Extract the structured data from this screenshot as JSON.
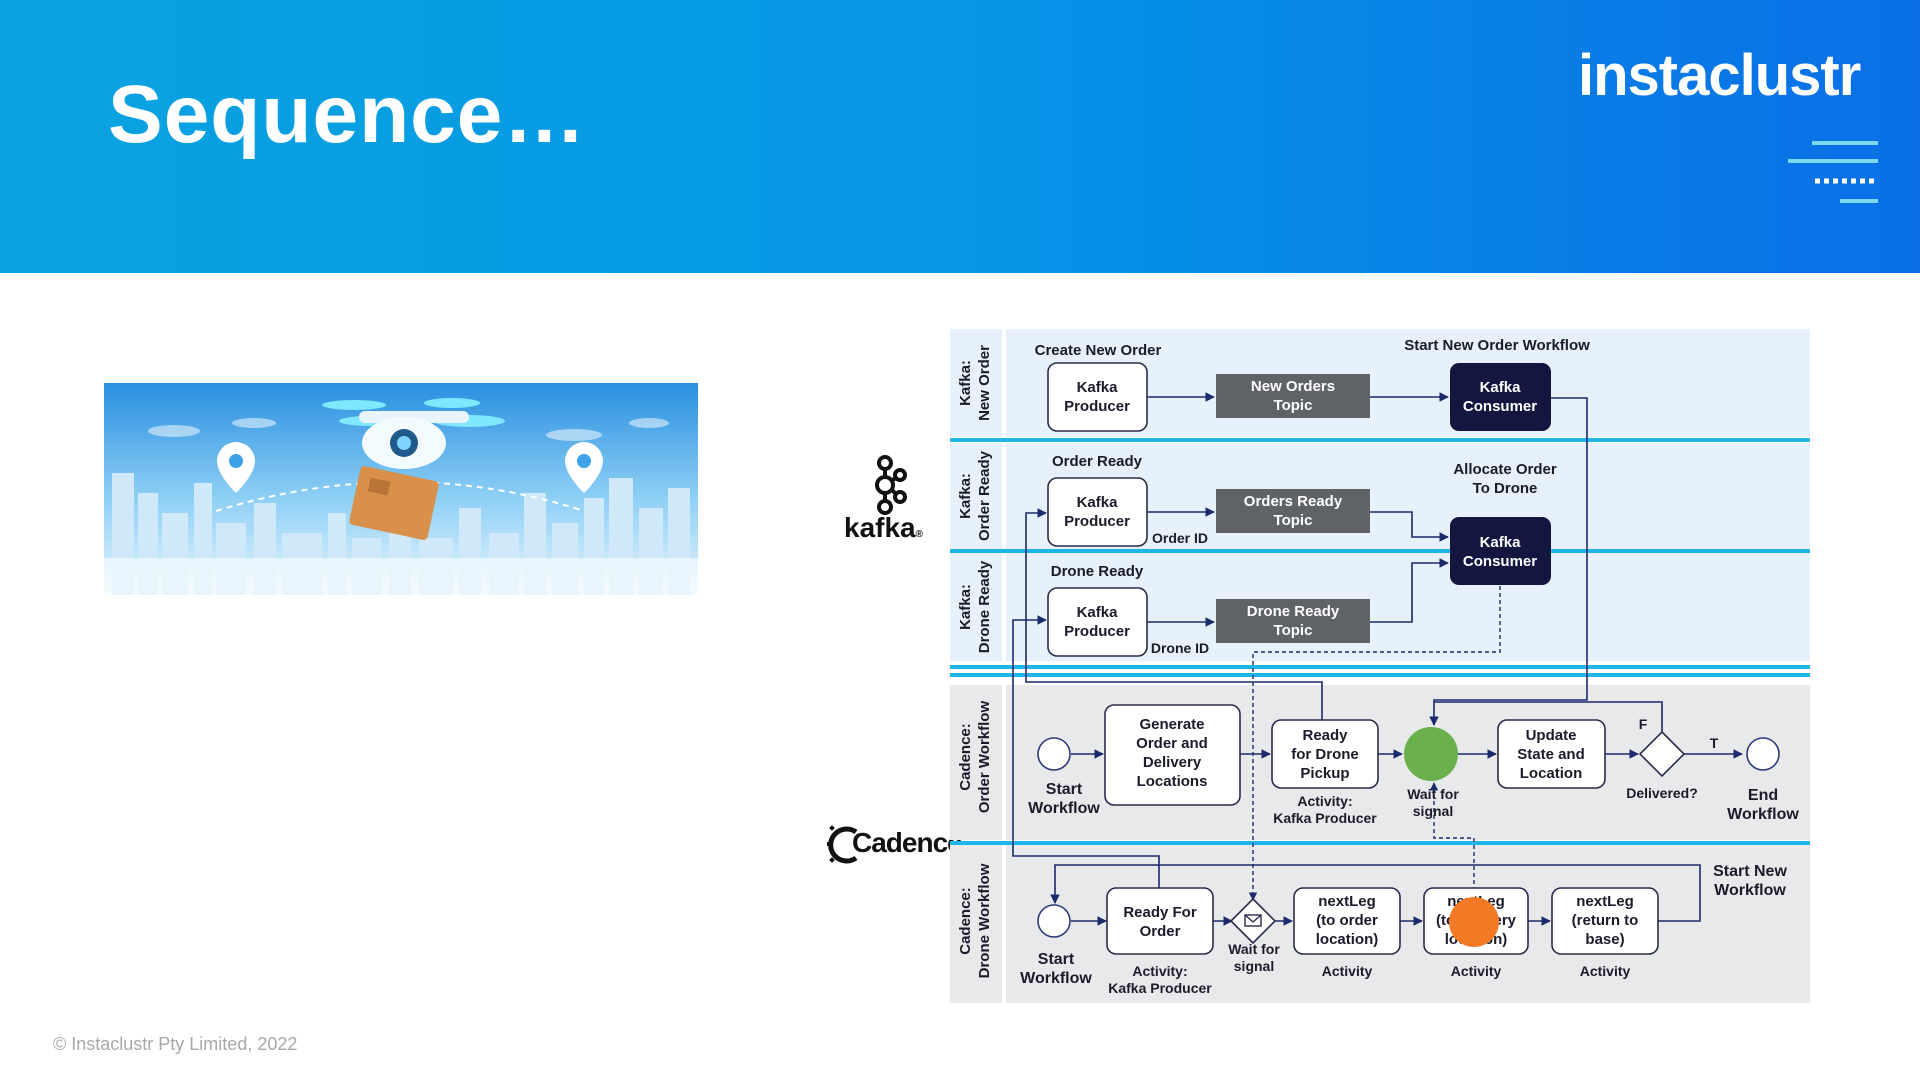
{
  "slide": {
    "title": "Sequence…",
    "logo": "instaclustr",
    "footer": "© Instaclustr Pty Limited, 2022"
  },
  "logos": {
    "kafka": "kafka",
    "kafka_mark": "®",
    "cadence": "Cadence"
  },
  "illustration": {
    "subject": "drone-delivery-city"
  },
  "diagram": {
    "lanes": [
      {
        "line1": "Kafka:",
        "line2": "New Order"
      },
      {
        "line1": "Kafka:",
        "line2": "Order Ready"
      },
      {
        "line1": "Kafka:",
        "line2": "Drone Ready"
      },
      {
        "line1": "Cadence:",
        "line2": "Order Workflow"
      },
      {
        "line1": "Cadence:",
        "line2": "Drone Workflow"
      }
    ],
    "headings": {
      "create_new_order": "Create New Order",
      "start_new_order_workflow": "Start New Order Workflow",
      "order_ready": "Order Ready",
      "allocate_l1": "Allocate Order",
      "allocate_l2": "To Drone",
      "drone_ready": "Drone Ready"
    },
    "nodes": {
      "kp1": [
        "Kafka",
        "Producer"
      ],
      "topic_new": [
        "New Orders",
        "Topic"
      ],
      "kc1": [
        "Kafka",
        "Consumer"
      ],
      "kp2": [
        "Kafka",
        "Producer"
      ],
      "topic_orders_ready": [
        "Orders Ready",
        "Topic"
      ],
      "kc2": [
        "Kafka",
        "Consumer"
      ],
      "kp3": [
        "Kafka",
        "Producer"
      ],
      "topic_drone_ready": [
        "Drone Ready",
        "Topic"
      ],
      "generate": [
        "Generate",
        "Order and",
        "Delivery",
        "Locations"
      ],
      "ready_pickup": [
        "Ready",
        "for Drone",
        "Pickup"
      ],
      "update_state": [
        "Update",
        "State and",
        "Location"
      ],
      "ready_for_order": [
        "Ready For",
        "Order"
      ],
      "next_leg_order": [
        "nextLeg",
        "(to order",
        "location)"
      ],
      "next_leg_delivery": [
        "nextLeg",
        "(to delivery",
        "location)"
      ],
      "next_leg_base": [
        "nextLeg",
        "(return to",
        "base)"
      ]
    },
    "labels": {
      "order_id": "Order ID",
      "drone_id": "Drone ID",
      "start_workflow_1": [
        "Start",
        "Workflow"
      ],
      "activity_kp_1": [
        "Activity:",
        "Kafka Producer"
      ],
      "wait_signal_1": [
        "Wait for",
        "signal"
      ],
      "gateway_f": "F",
      "gateway_t": "T",
      "delivered": "Delivered?",
      "end_workflow": [
        "End",
        "Workflow"
      ],
      "start_new_workflow": [
        "Start New",
        "Workflow"
      ],
      "start_workflow_2": [
        "Start",
        "Workflow"
      ],
      "activity_kp_2": [
        "Activity:",
        "Kafka Producer"
      ],
      "wait_signal_2": [
        "Wait for",
        "signal"
      ],
      "activity_1": "Activity",
      "activity_2": "Activity",
      "activity_3": "Activity"
    }
  },
  "colors": {
    "header": "#0596e6",
    "topic": "#5f6368",
    "consumer": "#131740",
    "kafka_lane": "#e6f1fb",
    "cadence_lane": "#e8e9ea",
    "separator": "#1fb5e8",
    "signal_green": "#6ab04c",
    "signal_orange": "#f27a24"
  }
}
